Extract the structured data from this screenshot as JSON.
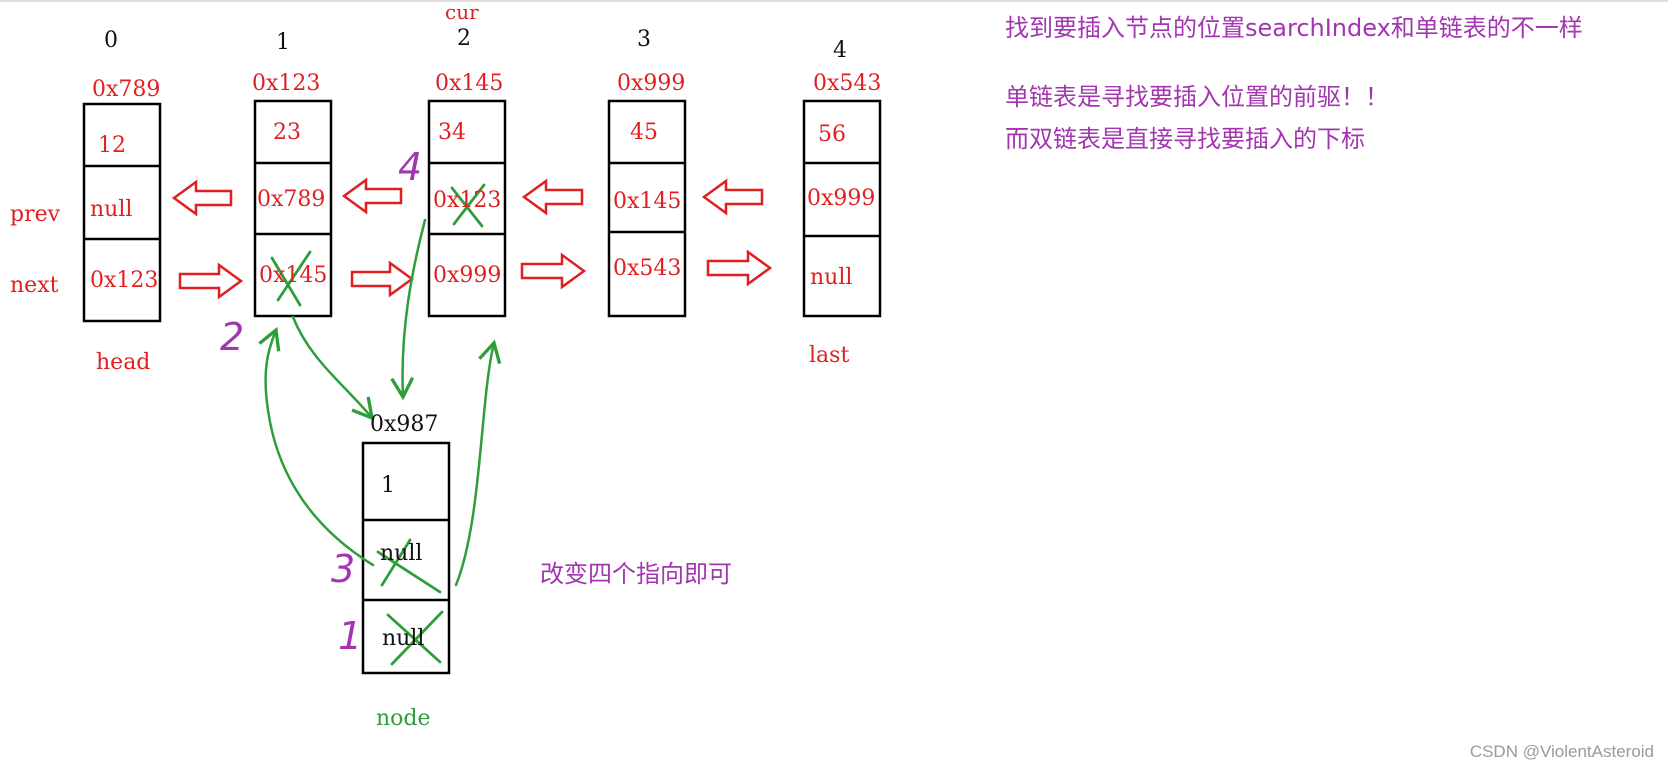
{
  "cur_label": "cur",
  "nodes": [
    {
      "index": "0",
      "addr": "0x789",
      "val": "12",
      "prev": "null",
      "next": "0x123",
      "name": "head"
    },
    {
      "index": "1",
      "addr": "0x123",
      "val": "23",
      "prev": "0x789",
      "next": "0x145",
      "name": ""
    },
    {
      "index": "2",
      "addr": "0x145",
      "val": "34",
      "prev": "0x123",
      "next": "0x999",
      "name": ""
    },
    {
      "index": "3",
      "addr": "0x999",
      "val": "45",
      "prev": "0x145",
      "next": "0x543",
      "name": ""
    },
    {
      "index": "4",
      "addr": "0x543",
      "val": "56",
      "prev": "0x999",
      "next": "null",
      "name": "last"
    }
  ],
  "row_labels": {
    "prev": "prev",
    "next": "next"
  },
  "new_node": {
    "addr": "0x987",
    "val": "1",
    "prev": "null",
    "next": "null",
    "name": "node"
  },
  "steps": [
    "1",
    "2",
    "3",
    "4"
  ],
  "notes": {
    "line1": "找到要插入节点的位置searchIndex和单链表的不一样",
    "line2": "单链表是寻找要插入位置的前驱！！",
    "line3": "而双链表是直接寻找要插入的下标",
    "change": "改变四个指向即可"
  },
  "watermark": "CSDN @ViolentAsteroid",
  "colors": {
    "red": "#e02020",
    "green": "#2e9e3a",
    "purple": "#a335b0",
    "black": "#111111"
  }
}
